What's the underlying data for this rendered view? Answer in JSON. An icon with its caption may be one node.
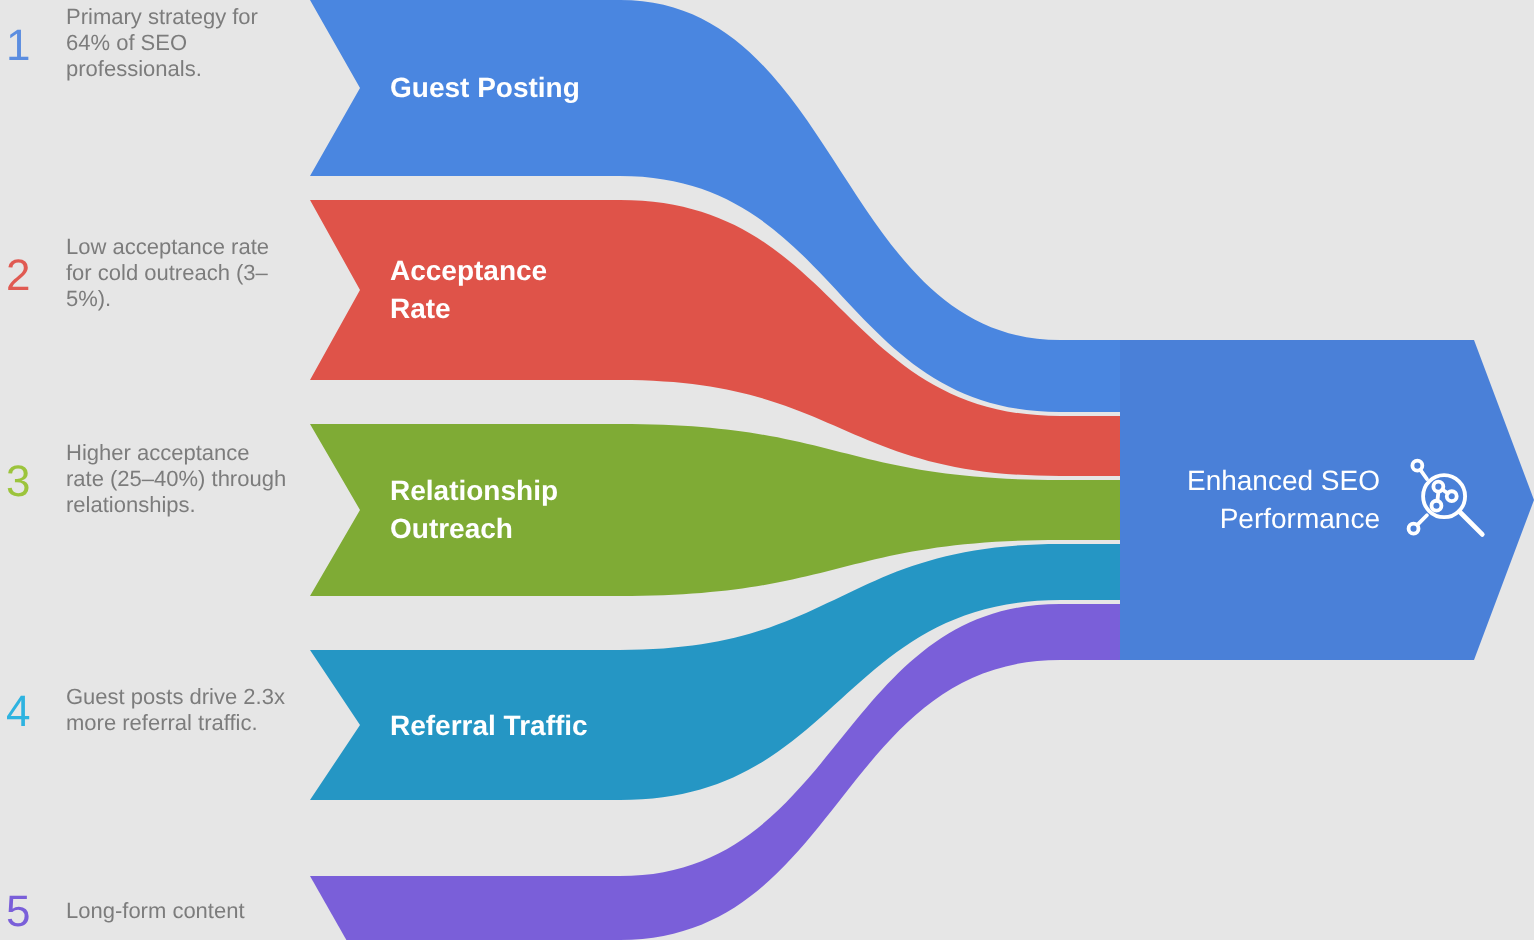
{
  "diagram": {
    "nodes": [
      {
        "text": [
          "Guest Posting"
        ],
        "beside": [
          "1",
          "Primary strategy for 64% of SEO professionals."
        ]
      },
      {
        "text": [
          "Acceptance Rate"
        ],
        "beside": [
          "2",
          "Low acceptance rate for cold outreach (3–5%)."
        ]
      },
      {
        "text": [
          "Relationship Outreach"
        ],
        "beside": [
          "3",
          "Higher acceptance rate (25–40%) through relationships."
        ]
      },
      {
        "text": [
          "Referral Traffic"
        ],
        "beside": [
          "4",
          "Guest posts drive 2.3x more referral traffic."
        ]
      },
      {
        "text": [],
        "shape": "bar",
        "beside": [
          "5",
          "Long-form content"
        ]
      },
      {
        "text": [
          "Enhanced SEO Performance"
        ]
      }
    ],
    "edges": [
      {
        "from": 0,
        "to": 5,
        "arrow": "none",
        "color": "#4a86e0"
      },
      {
        "from": 1,
        "to": 5,
        "arrow": "none",
        "color": "#df5349"
      },
      {
        "from": 2,
        "to": 5,
        "arrow": "none",
        "color": "#7fab35"
      },
      {
        "from": 3,
        "to": 5,
        "arrow": "none",
        "color": "#2596c4"
      },
      {
        "from": 4,
        "to": 5,
        "arrow": "none",
        "color": "#7a5fd9"
      }
    ]
  }
}
